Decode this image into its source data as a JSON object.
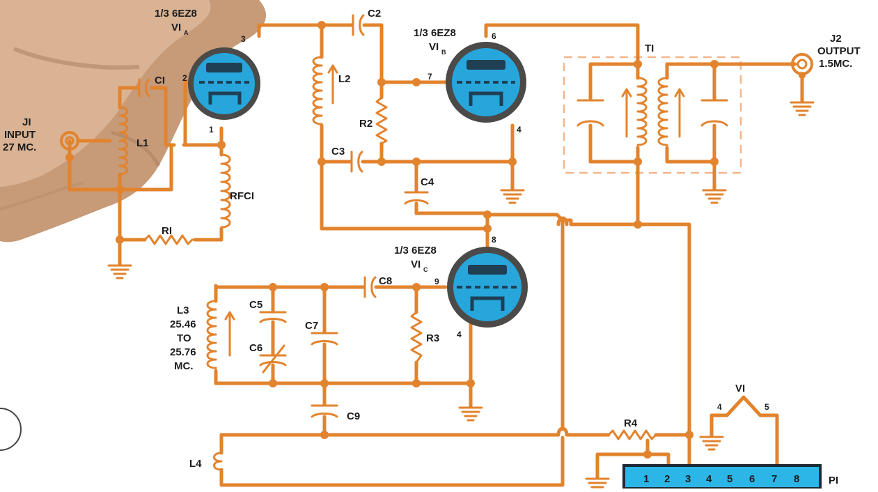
{
  "colors": {
    "wire": "#e2832d",
    "tube_glass": "#27a6dc",
    "tube_rim": "#4b4a48",
    "tube_element": "#1f3f55",
    "connector_fill": "#2cb6e8",
    "connector_border": "#1d2a33",
    "shield": "#f2b58c",
    "hand": "#c79a78",
    "text": "#1c1c1c"
  },
  "tubes": {
    "v1a": {
      "label": "1/3 6EZ8",
      "name": "VI",
      "sub": "A",
      "pin_plate": "3",
      "pin_grid": "2",
      "pin_cathode": "1"
    },
    "v1b": {
      "label": "1/3 6EZ8",
      "name": "VI",
      "sub": "B",
      "pin_plate": "6",
      "pin_grid": "7",
      "pin_cathode": "4"
    },
    "v1c": {
      "label": "1/3 6EZ8",
      "name": "VI",
      "sub": "C",
      "pin_plate": "8",
      "pin_grid": "9",
      "pin_cathode": "4"
    }
  },
  "components": {
    "c1": "CI",
    "c2": "C2",
    "c3": "C3",
    "c4": "C4",
    "c5": "C5",
    "c6": "C6",
    "c7": "C7",
    "c8": "C8",
    "c9": "C9",
    "l1": "L1",
    "l2": "L2",
    "l4": "L4",
    "l3": [
      "L3",
      "25.46",
      "TO",
      "25.76",
      "MC."
    ],
    "r1": "RI",
    "r2": "R2",
    "r3": "R3",
    "r4": "R4",
    "rfc1": "RFCI",
    "t1": "TI"
  },
  "jacks": {
    "j1": [
      "JI",
      "INPUT",
      "27 MC."
    ],
    "j2": [
      "J2",
      "OUTPUT",
      "1.5MC."
    ]
  },
  "heater": {
    "name": "VI",
    "pin_left": "4",
    "pin_right": "5"
  },
  "plug": {
    "name": "PI",
    "pins": [
      "1",
      "2",
      "3",
      "4",
      "5",
      "6",
      "7",
      "8"
    ]
  }
}
